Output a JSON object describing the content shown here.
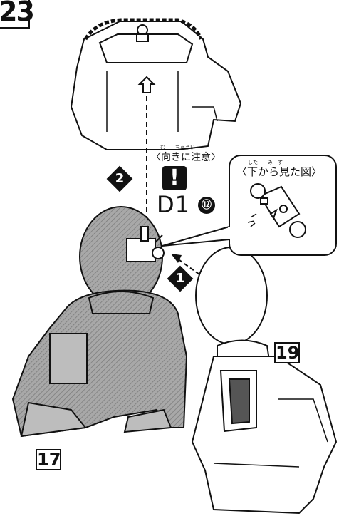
{
  "step": {
    "number": "23"
  },
  "labels": {
    "orientation_note": "〈向きに注意〉",
    "orientation_ruby": "む　　ちゅうい",
    "callout_title": "〈下から見た図〉",
    "callout_ruby": "した　　み　ず",
    "part_code": "D1",
    "part_index": "⑫",
    "assembly_step_1": "1",
    "assembly_step_2": "2",
    "part_17": "17",
    "part_19": "19"
  },
  "colors": {
    "ink": "#111111",
    "shade": "#9a9a9a",
    "paper": "#ffffff"
  }
}
